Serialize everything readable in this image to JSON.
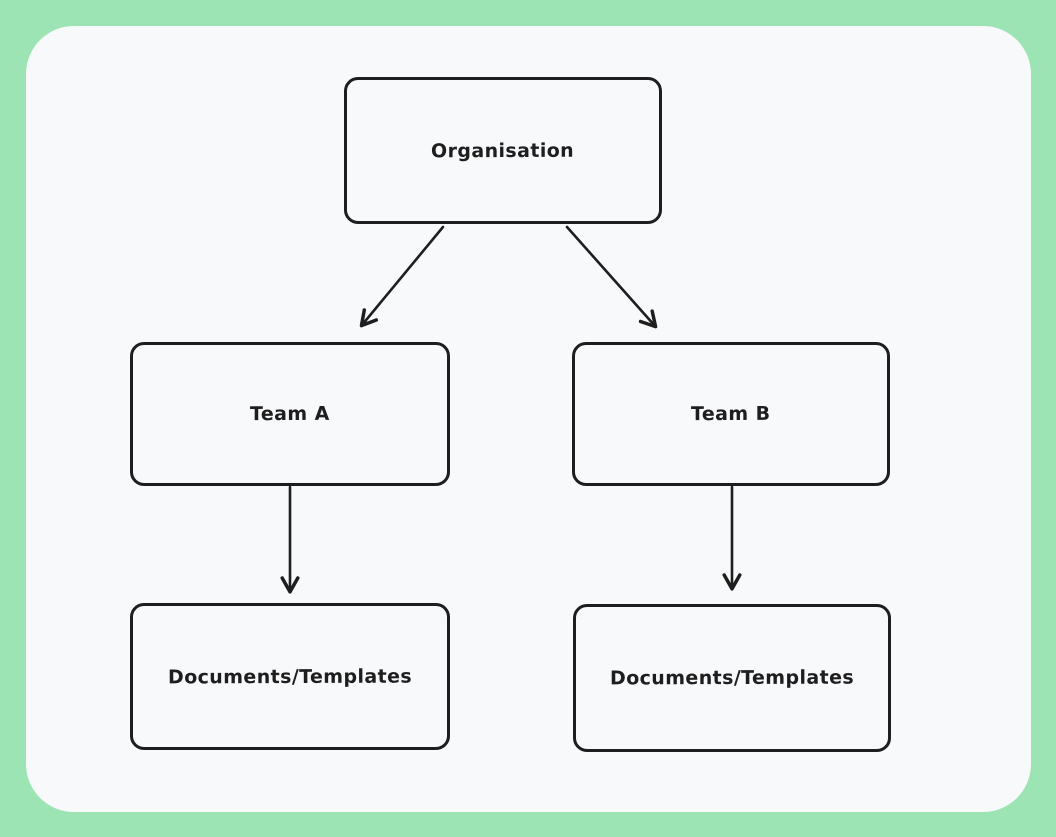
{
  "canvas": {
    "outer_background": "#9de4b4",
    "panel_background": "#f8f9fb",
    "stroke_color": "#1e1e1e"
  },
  "diagram": {
    "type": "org-chart",
    "nodes": [
      {
        "id": "organisation",
        "label": "Organisation"
      },
      {
        "id": "team-a",
        "label": "Team A"
      },
      {
        "id": "team-b",
        "label": "Team B"
      },
      {
        "id": "documents-templates-a",
        "label": "Documents/Templates"
      },
      {
        "id": "documents-templates-b",
        "label": "Documents/Templates"
      }
    ],
    "edges": [
      {
        "from": "organisation",
        "to": "team-a",
        "arrowhead": "open-v"
      },
      {
        "from": "organisation",
        "to": "team-b",
        "arrowhead": "open-v"
      },
      {
        "from": "team-a",
        "to": "documents-templates-a",
        "arrowhead": "open-v"
      },
      {
        "from": "team-b",
        "to": "documents-templates-b",
        "arrowhead": "open-v"
      }
    ]
  }
}
